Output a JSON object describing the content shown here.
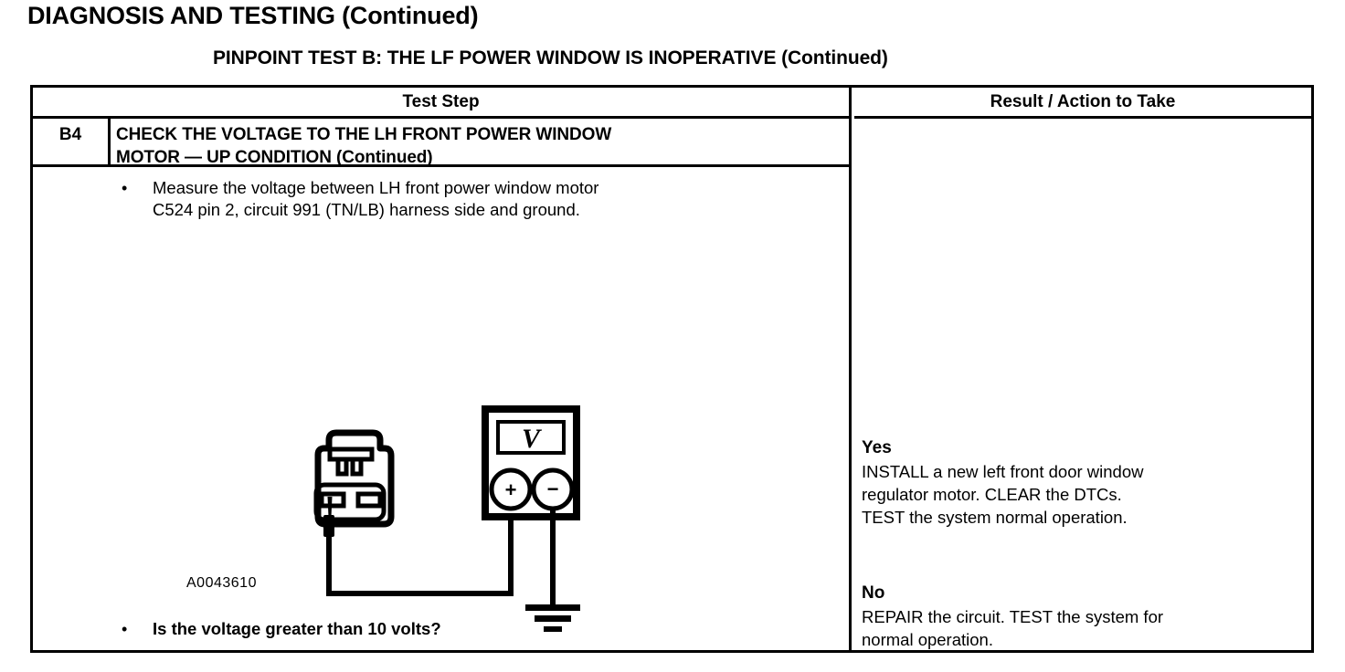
{
  "document": {
    "page_title": "DIAGNOSIS AND TESTING (Continued)",
    "pinpoint_title": "PINPOINT TEST  B: THE LF POWER WINDOW IS INOPERATIVE (Continued)"
  },
  "table": {
    "headers": {
      "test_step": "Test Step",
      "result_action": "Result / Action to Take"
    },
    "step": {
      "id": "B4",
      "title_line1": "CHECK THE VOLTAGE TO THE LH FRONT POWER WINDOW",
      "title_line2": "MOTOR — UP CONDITION (Continued)",
      "bullet_symbol": "•",
      "instruction_line1": "Measure the voltage between LH front power window motor",
      "instruction_line2": "C524 pin 2, circuit 991 (TN/LB) harness side and ground.",
      "figure_code": "A0043610",
      "question": "Is the voltage greater than 10 volts?"
    },
    "results": [
      {
        "answer": "Yes",
        "text_line1": "INSTALL a new left front door window",
        "text_line2": "regulator motor. CLEAR the DTCs.",
        "text_line3": "TEST the system normal operation."
      },
      {
        "answer": "No",
        "text_line1": "REPAIR the circuit. TEST the system for",
        "text_line2": "normal operation.",
        "text_line3": ""
      }
    ]
  },
  "diagram": {
    "meter_display_label": "V",
    "positive_terminal_label": "+",
    "negative_terminal_label": "−",
    "stroke_color": "#000000",
    "background_color": "#ffffff"
  }
}
